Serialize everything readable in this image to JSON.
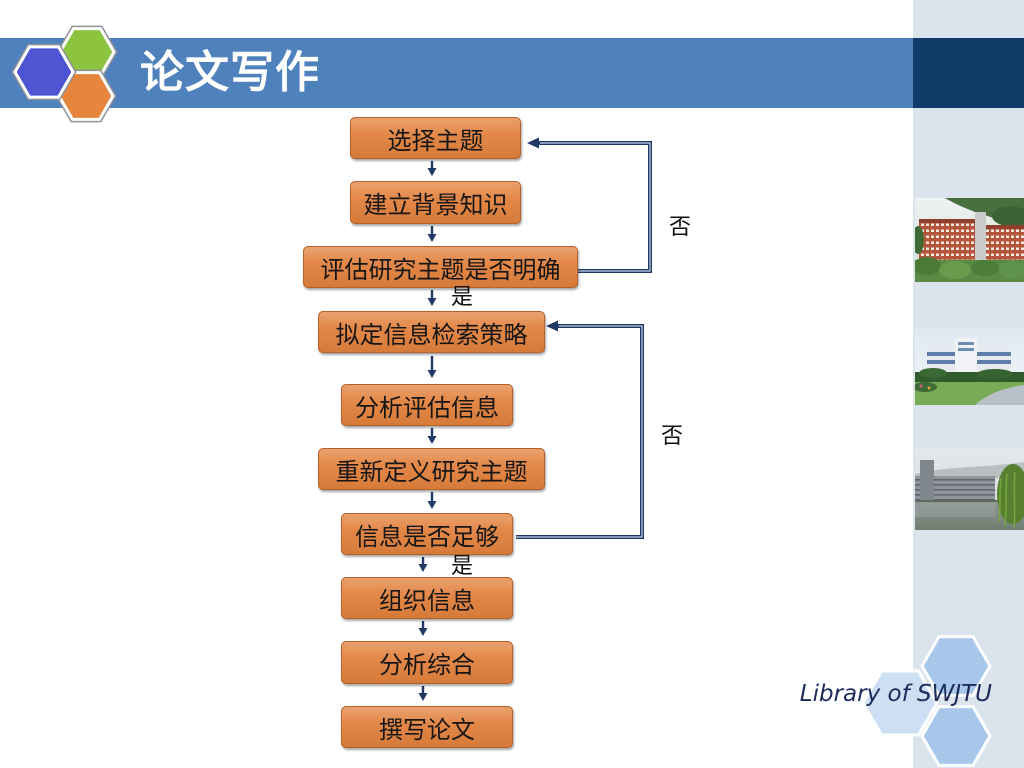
{
  "header": {
    "title": "论文写作",
    "logo_icon": "hexagon-cluster-icon"
  },
  "flowchart": {
    "steps": [
      "选择主题",
      "建立背景知识",
      "评估研究主题是否明确",
      "拟定信息检索策略",
      "分析评估信息",
      "重新定义研究主题",
      "信息是否足够",
      "组织信息",
      "分析综合",
      "撰写论文"
    ],
    "branches": {
      "topic_clear_yes": "是",
      "topic_clear_no": "否",
      "info_enough_yes": "是",
      "info_enough_no": "否"
    }
  },
  "footer": {
    "library_name": "Library of SWJTU"
  },
  "theme": {
    "header-blue": "#4f81bd",
    "header-navy": "#0e3b68",
    "sidebar-gray": "#dbe3ec",
    "step-orange": "#e2813d",
    "arrow-navy": "#1f3864",
    "logo-green": "#8cc43f",
    "logo-blue": "#4f54d2",
    "logo-orange": "#e7853d",
    "hex-blue": "#a9c7ea",
    "hex-light": "#cddff2",
    "footer-text": "#1c2b5a"
  }
}
